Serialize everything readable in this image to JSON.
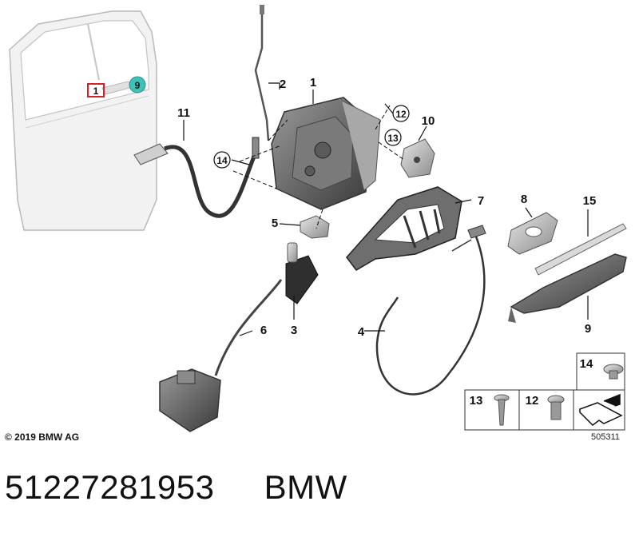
{
  "callouts": {
    "door_tag_1": "1",
    "door_tag_9": "9",
    "c1": "1",
    "c2": "2",
    "c3": "3",
    "c4": "4",
    "c5": "5",
    "c6": "6",
    "c7": "7",
    "c8": "8",
    "c9": "9",
    "c10": "10",
    "c11": "11",
    "c12": "12",
    "c13": "13",
    "c14": "14",
    "c15": "15"
  },
  "hardware_legend": {
    "cell_14": "14",
    "cell_13": "13",
    "cell_12": "12"
  },
  "colors": {
    "door_tag_9_fill": "#3ec2b8",
    "door_tag_1_outline": "#d6202a"
  },
  "copyright": "© 2019 BMW AG",
  "diagram_id": "505311",
  "footer": {
    "part_number": "51227281953",
    "brand": "BMW"
  }
}
